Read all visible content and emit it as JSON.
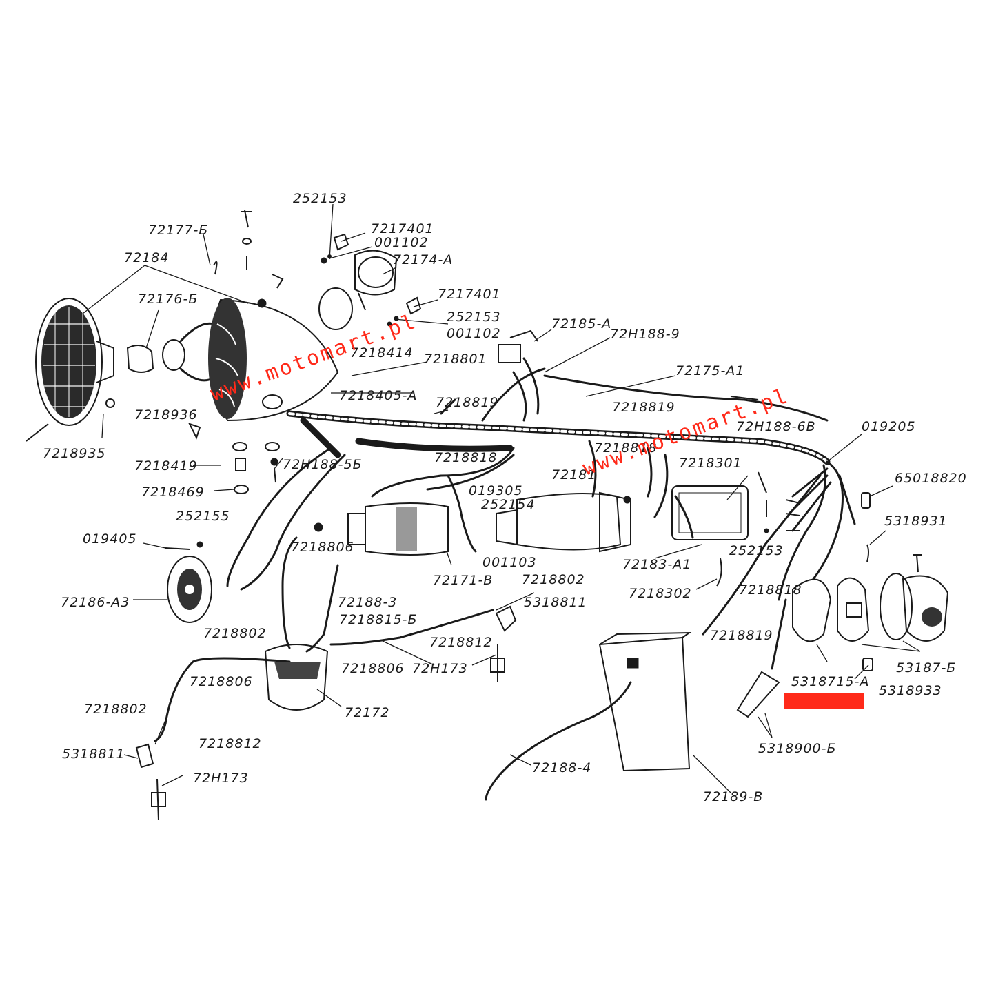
{
  "watermark": "www.motomart.pl",
  "highlight_color": "#ff2a1a",
  "labels": {
    "l252153_top": "252153",
    "l7217401_top": "7217401",
    "l001102_top": "001102",
    "l72174A": "72174-A",
    "l72177B": "72177-Б",
    "l72184": "72184",
    "l72176B": "72176-Б",
    "l7217401_mid": "7217401",
    "l252153_mid": "252153",
    "l001102_mid": "001102",
    "l72185A": "72185-A",
    "l72H1889": "72H188-9",
    "l7218414": "7218414",
    "l7218801": "7218801",
    "l7218405A": "7218405-A",
    "l72175A1": "72175-A1",
    "l7218819_a": "7218819",
    "l7218819_b": "7218819",
    "l72H1886B": "72H188-6B",
    "l019205": "019205",
    "l7218936": "7218936",
    "l7218935": "7218935",
    "l7218419": "7218419",
    "l72H1885B": "72H188-5Б",
    "l7218469": "7218469",
    "l7218818_a": "7218818",
    "l7218818_b": "7218818",
    "l72181": "72181",
    "l7218301": "7218301",
    "l65018820": "65018820",
    "l019305": "019305",
    "l252154": "252154",
    "l252155": "252155",
    "l019405": "019405",
    "l5318931": "5318931",
    "l001103": "001103",
    "l252153_bot": "252153",
    "l72171B": "72171-B",
    "l72183A1": "72183-A1",
    "l7218806_a": "7218806",
    "l7218802_a": "7218802",
    "l72186A3": "72186-A3",
    "l7218302": "7218302",
    "l7218818_c": "7218818",
    "l721883": "72188-3",
    "l5318811_a": "5318811",
    "l7218815B": "7218815-Б",
    "l7218802_b": "7218802",
    "l7218812_a": "7218812",
    "l7218819_c": "7218819",
    "l53187B": "53187-Б",
    "l7218806_b": "7218806",
    "l72H173_a": "72H173",
    "l7218806_c": "7218806",
    "l5318715A": "5318715-A",
    "l5318933": "5318933",
    "l72172": "72172",
    "l7218802_c": "7218802",
    "l7218812_b": "7218812",
    "l5318811_b": "5318811",
    "l5318900B": "5318900-Б",
    "l72H173_b": "72H173",
    "l721884": "72188-4",
    "l72189B": "72189-B"
  }
}
